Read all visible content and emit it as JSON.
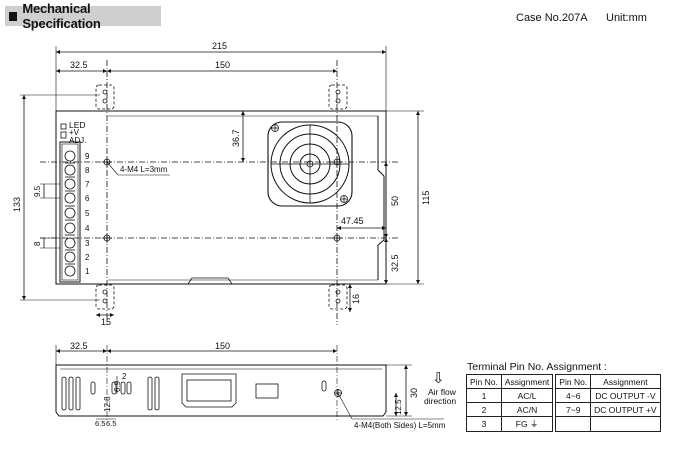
{
  "header": {
    "title": "Mechanical Specification",
    "case": "Case No.207A",
    "unit": "Unit:mm"
  },
  "top_view": {
    "dim_overall_width": "215",
    "dim_left_offset": "32.5",
    "dim_hole_spacing": "150",
    "dim_height": "133",
    "dim_right_height": "115",
    "dim_fan_top": "36.7",
    "dim_fan_side": "50",
    "dim_47": "47.45",
    "dim_32_5_right": "32.5",
    "dim_bottom_left": "15",
    "dim_bottom_right": "16",
    "dim_9_5": "9.5",
    "dim_8": "8",
    "screw_note": "4-M4 L=3mm",
    "led_label": "LED",
    "v_label": "+V",
    "adj_label": "ADJ.",
    "terminals": [
      "9",
      "8",
      "7",
      "6",
      "5",
      "4",
      "3",
      "2",
      "1"
    ]
  },
  "side_view": {
    "dim_left": "32.5",
    "dim_span": "150",
    "dim_2": "2",
    "dim_6_9": "6.9",
    "dim_12_8": "12.8",
    "dim_6_5a": "6.5",
    "dim_6_5b": "6.5",
    "dim_30": "30",
    "dim_12_5": "12.5",
    "screw_note": "4-M4(Both Sides) L=5mm",
    "airflow_line1": "Air flow",
    "airflow_line2": "direction",
    "airflow_arrow": "⇩"
  },
  "pin_table": {
    "title": "Terminal Pin No. Assignment :",
    "headers": [
      "Pin No.",
      "Assignment",
      "Pin No.",
      "Assignment"
    ],
    "rows": [
      {
        "pin1": "1",
        "assign1": "AC/L",
        "pin2": "4~6",
        "assign2": "DC OUTPUT -V"
      },
      {
        "pin1": "2",
        "assign1": "AC/N",
        "pin2": "7~9",
        "assign2": "DC OUTPUT +V"
      },
      {
        "pin1": "3",
        "assign1": "FG ⏚",
        "pin2": "",
        "assign2": ""
      }
    ]
  }
}
